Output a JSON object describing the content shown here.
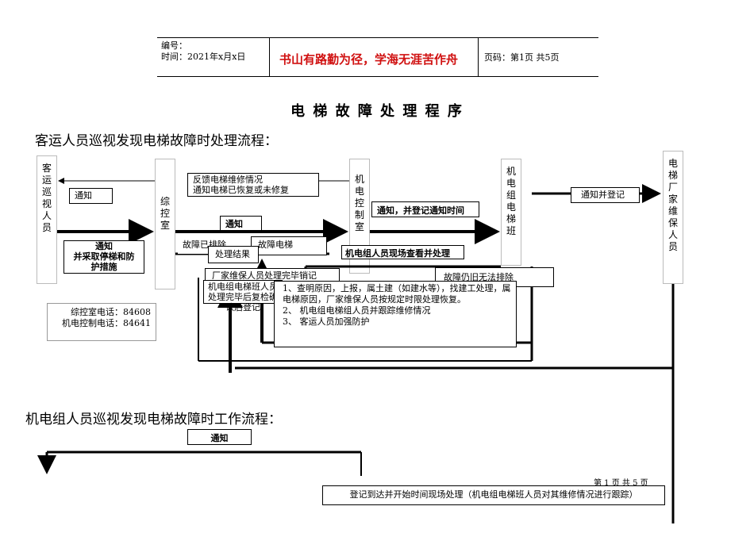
{
  "header": {
    "number_label": "编号：",
    "time_label": "时间：2021年x月x日",
    "motto": "书山有路勤为径，学海无涯苦作舟",
    "page_label": "页码：第1页 共5页"
  },
  "title": "电 梯 故 障 处 理 程 序",
  "section1": {
    "heading": "客运人员巡视发现电梯故障时处理流程：",
    "lanes": {
      "passenger": "客运巡视人员",
      "control": "综控室",
      "electro": "机电控制室",
      "team": "机电组电梯班",
      "maker": "电梯厂家维保人员"
    },
    "labels": {
      "notify": "通知",
      "notify_measures": "通知\n并采取停梯和防\n护措施",
      "feedback": "反馈电梯维修情况\n通知电梯已恢复或未修复",
      "notify_bold": "通知",
      "notify_register": "通知，并登记通知时间",
      "notify_and_register": "通知并登记",
      "fault_removed": "故障已排除",
      "fault_elevator": "故障电梯",
      "result": "处理结果",
      "team_onsite": "机电组人员现场查看并处理",
      "fault_unresolved": "故障仍旧无法排除",
      "maker_done": "厂家维保人员处理完毕销记",
      "team_recheck": "机电组电梯班人员处理完毕后复检确认后登记",
      "steps": "1、查明原因，上报，属土建（如建水等），找建工处理，属电梯原因，厂家维保人员按规定时限处理恢复。\n2、 机电组电梯组人员并跟踪维修情况\n3、 客运人员加强防护",
      "phones": "综控室电话：84608\n机电控制电话：84641"
    }
  },
  "section2": {
    "heading": "机电组人员巡视发现电梯故障时工作流程：",
    "notify": "通知",
    "register": "登记到达并开始时间现场处理（机电组电梯班人员对其维修情况进行跟踪）"
  },
  "footer_page": "第 1 页 共 5 页"
}
